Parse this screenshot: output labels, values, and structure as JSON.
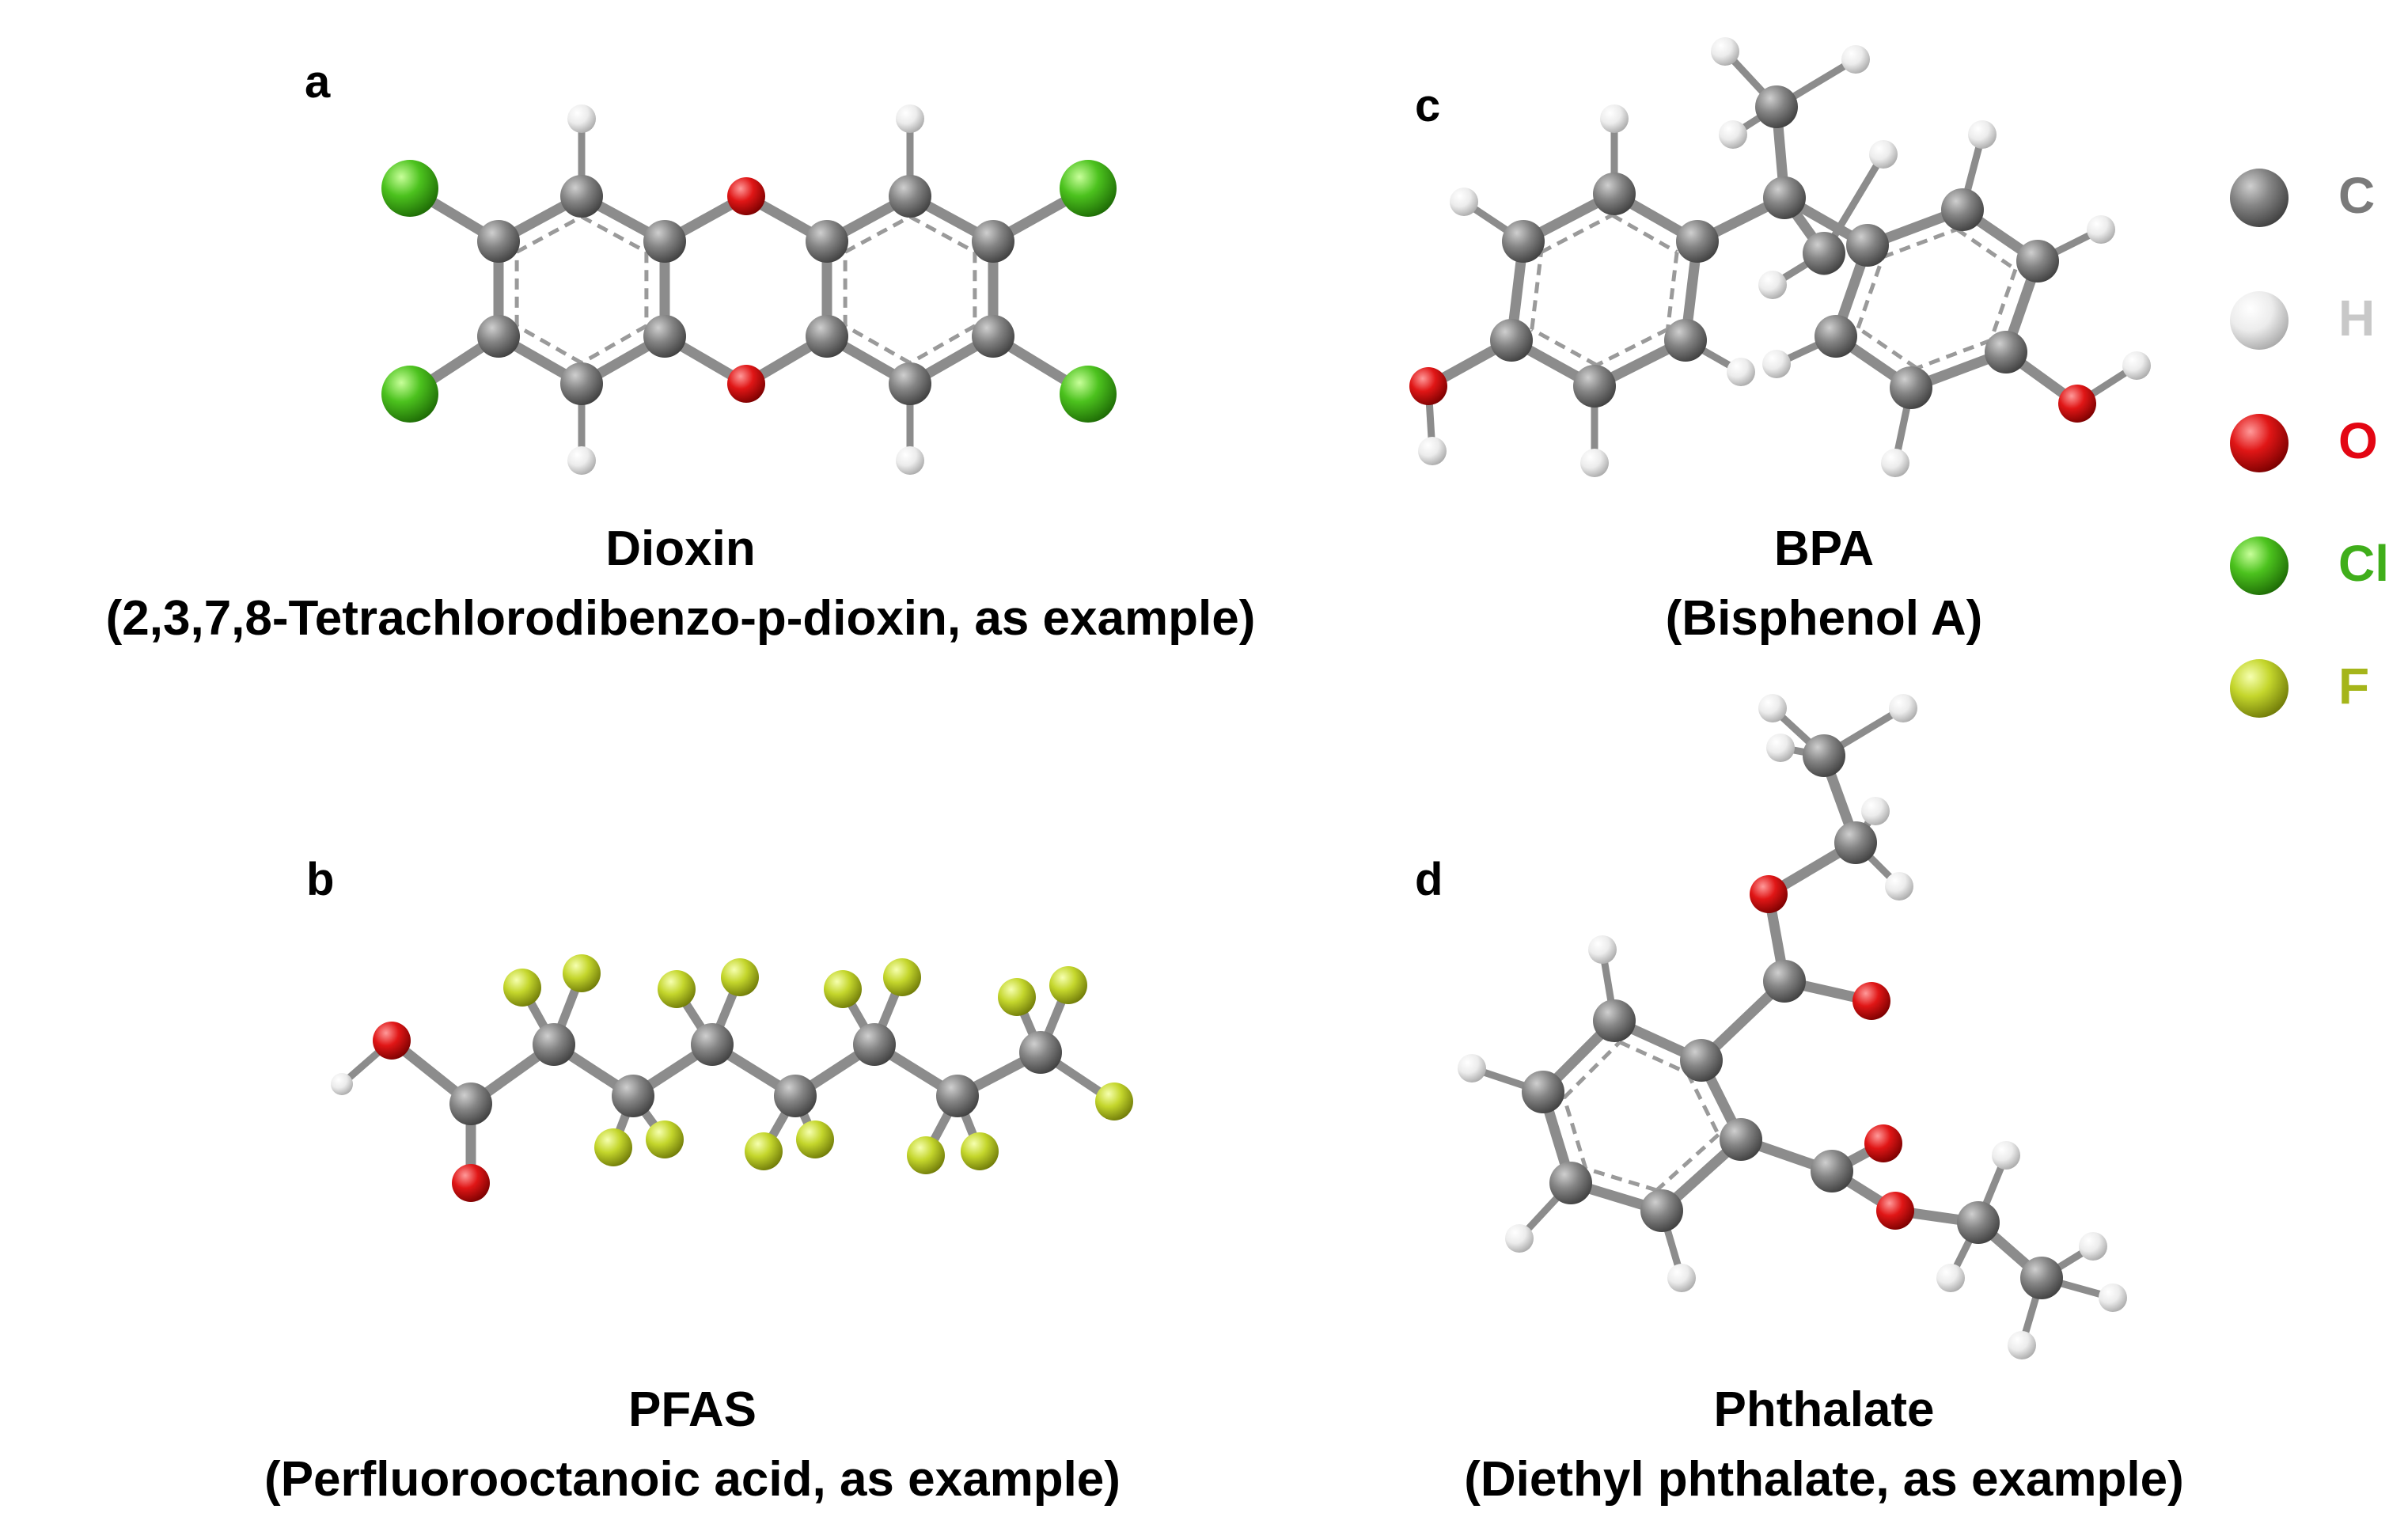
{
  "panels": {
    "a": {
      "letter": "a",
      "title": "Dioxin",
      "subtitle": "(2,3,7,8-Tetrachlorodibenzo-p-dioxin, as example)"
    },
    "b": {
      "letter": "b",
      "title": "PFAS",
      "subtitle": "(Perfluorooctanoic acid, as example)"
    },
    "c": {
      "letter": "c",
      "title": "BPA",
      "subtitle": "(Bisphenol A)"
    },
    "d": {
      "letter": "d",
      "title": "Phthalate",
      "subtitle": "(Diethyl phthalate, as example)"
    }
  },
  "legend": [
    {
      "symbol": "C",
      "color": "#7a7a7a"
    },
    {
      "symbol": "H",
      "color": "#c8c8c8"
    },
    {
      "symbol": "O",
      "color": "#e30613"
    },
    {
      "symbol": "Cl",
      "color": "#3fae1a"
    },
    {
      "symbol": "F",
      "color": "#a5b51a"
    }
  ],
  "atom_colors": {
    "C": "#7a7a7a",
    "H": "#e4e4e4",
    "O": "#d81515",
    "Cl": "#4cc21e",
    "F": "#c2d42a",
    "bond": "#8c8c8c"
  }
}
